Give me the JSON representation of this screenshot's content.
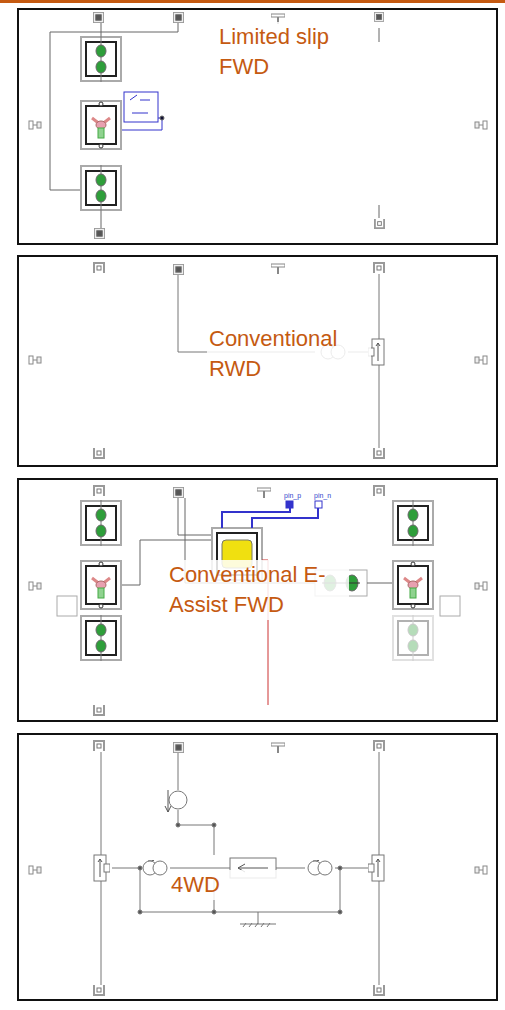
{
  "diagram": {
    "nodes": [
      {
        "text": [
          "Limited slip FWD"
        ]
      },
      {
        "text": [
          "Conventional RWD"
        ]
      },
      {
        "text": [
          "Conventional E-Assist FWD"
        ]
      },
      {
        "text": [
          "4WD"
        ]
      }
    ],
    "labels": [
      "pin_p",
      "pin_n"
    ]
  }
}
